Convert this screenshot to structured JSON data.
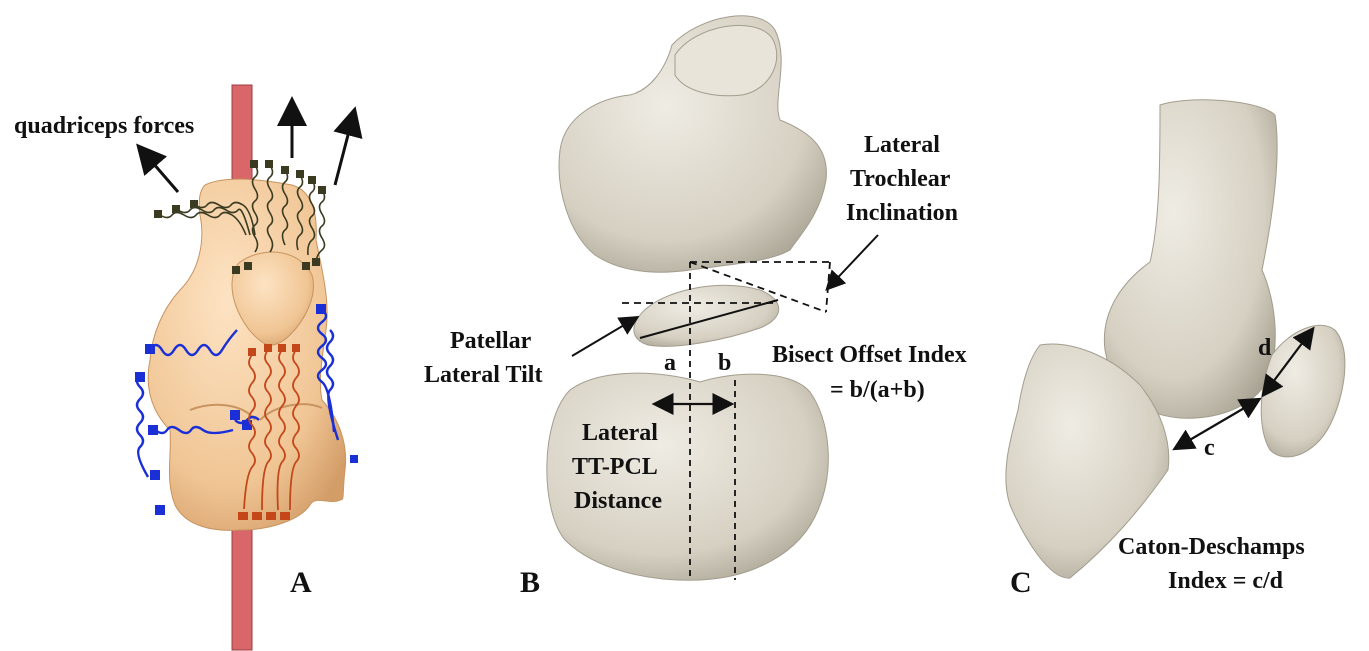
{
  "panels": {
    "a": {
      "letter": "A",
      "force_label": "quadriceps forces"
    },
    "b": {
      "letter": "B",
      "trochlear_label": [
        "Lateral",
        "Trochlear",
        "Inclination"
      ],
      "tilt_label": [
        "Patellar",
        "Lateral Tilt"
      ],
      "segment_a": "a",
      "segment_b": "b",
      "bisect_label": [
        "Bisect Offset Index",
        "= b/(a+b)"
      ],
      "ttpcl_label": [
        "Lateral",
        "TT-PCL",
        "Distance"
      ]
    },
    "c": {
      "letter": "C",
      "segment_c": "c",
      "segment_d": "d",
      "caton_label": [
        "Caton-Deschamps",
        "Index = c/d"
      ]
    }
  },
  "colors": {
    "bone": "#ddd8cb",
    "bone_shade": "#b9b3a4",
    "implant_bone": "#f1c99a",
    "rod": "#d9676a",
    "ligament_blue": "#1a2fd6",
    "tendon_orange": "#c4471a",
    "quad_spring": "#3b3b22"
  }
}
